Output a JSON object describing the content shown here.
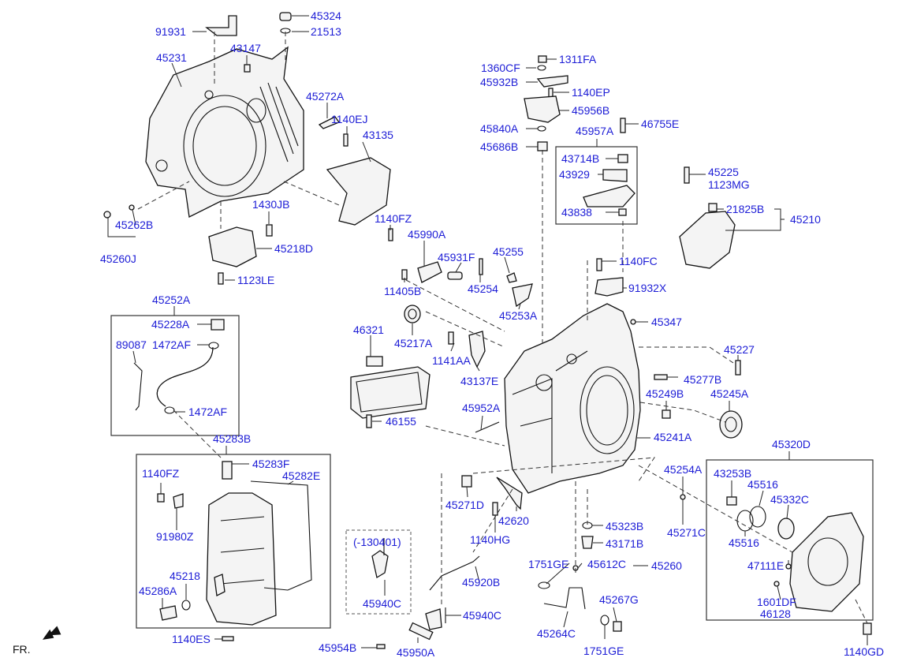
{
  "diagram": {
    "direction_marker": "FR.",
    "callouts": [
      {
        "id": "c91931",
        "text": "91931"
      },
      {
        "id": "c45324",
        "text": "45324"
      },
      {
        "id": "c21513",
        "text": "21513"
      },
      {
        "id": "c45231",
        "text": "45231"
      },
      {
        "id": "c43147",
        "text": "43147"
      },
      {
        "id": "c45272A",
        "text": "45272A"
      },
      {
        "id": "c1140EJ",
        "text": "1140EJ"
      },
      {
        "id": "c43135",
        "text": "43135"
      },
      {
        "id": "c1430JB",
        "text": "1430JB"
      },
      {
        "id": "c1140FZ_a",
        "text": "1140FZ"
      },
      {
        "id": "c45262B",
        "text": "45262B"
      },
      {
        "id": "c45260J",
        "text": "45260J"
      },
      {
        "id": "c45218D",
        "text": "45218D"
      },
      {
        "id": "c1123LE",
        "text": "1123LE"
      },
      {
        "id": "c1360CF",
        "text": "1360CF"
      },
      {
        "id": "c1311FA",
        "text": "1311FA"
      },
      {
        "id": "c45932B",
        "text": "45932B"
      },
      {
        "id": "c1140EP",
        "text": "1140EP"
      },
      {
        "id": "c45956B",
        "text": "45956B"
      },
      {
        "id": "c45840A",
        "text": "45840A"
      },
      {
        "id": "c45957A",
        "text": "45957A"
      },
      {
        "id": "c46755E",
        "text": "46755E"
      },
      {
        "id": "c45686B",
        "text": "45686B"
      },
      {
        "id": "c43714B",
        "text": "43714B"
      },
      {
        "id": "c43929",
        "text": "43929"
      },
      {
        "id": "c43838",
        "text": "43838"
      },
      {
        "id": "c45225",
        "text": "45225"
      },
      {
        "id": "c1123MG",
        "text": "1123MG"
      },
      {
        "id": "c21825B",
        "text": "21825B"
      },
      {
        "id": "c45210",
        "text": "45210"
      },
      {
        "id": "c45990A",
        "text": "45990A"
      },
      {
        "id": "c45931F",
        "text": "45931F"
      },
      {
        "id": "c45255",
        "text": "45255"
      },
      {
        "id": "c1140FC",
        "text": "1140FC"
      },
      {
        "id": "c11405B",
        "text": "11405B"
      },
      {
        "id": "c45254",
        "text": "45254"
      },
      {
        "id": "c91932X",
        "text": "91932X"
      },
      {
        "id": "c45253A",
        "text": "45253A"
      },
      {
        "id": "c45217A",
        "text": "45217A"
      },
      {
        "id": "c45347",
        "text": "45347"
      },
      {
        "id": "c45252A",
        "text": "45252A"
      },
      {
        "id": "c45228A",
        "text": "45228A"
      },
      {
        "id": "c89087",
        "text": "89087"
      },
      {
        "id": "c1472AF_a",
        "text": "1472AF"
      },
      {
        "id": "c1472AF_b",
        "text": "1472AF"
      },
      {
        "id": "c46321",
        "text": "46321"
      },
      {
        "id": "c1141AA",
        "text": "1141AA"
      },
      {
        "id": "c43137E",
        "text": "43137E"
      },
      {
        "id": "c45227",
        "text": "45227"
      },
      {
        "id": "c45277B",
        "text": "45277B"
      },
      {
        "id": "c45249B",
        "text": "45249B"
      },
      {
        "id": "c45245A",
        "text": "45245A"
      },
      {
        "id": "c45952A",
        "text": "45952A"
      },
      {
        "id": "c46155",
        "text": "46155"
      },
      {
        "id": "c45241A",
        "text": "45241A"
      },
      {
        "id": "c45283B",
        "text": "45283B"
      },
      {
        "id": "c45283F",
        "text": "45283F"
      },
      {
        "id": "c45282E",
        "text": "45282E"
      },
      {
        "id": "c1140FZ_b",
        "text": "1140FZ"
      },
      {
        "id": "c91980Z",
        "text": "91980Z"
      },
      {
        "id": "c45218",
        "text": "45218"
      },
      {
        "id": "c45286A",
        "text": "45286A"
      },
      {
        "id": "c1140ES",
        "text": "1140ES"
      },
      {
        "id": "c45320D",
        "text": "45320D"
      },
      {
        "id": "c45254A",
        "text": "45254A"
      },
      {
        "id": "c43253B",
        "text": "43253B"
      },
      {
        "id": "c45516_a",
        "text": "45516"
      },
      {
        "id": "c45332C",
        "text": "45332C"
      },
      {
        "id": "c45516_b",
        "text": "45516"
      },
      {
        "id": "c47111E",
        "text": "47111E"
      },
      {
        "id": "c1601DF",
        "text": "1601DF"
      },
      {
        "id": "c46128",
        "text": "46128"
      },
      {
        "id": "c1140GD",
        "text": "1140GD"
      },
      {
        "id": "c45271D",
        "text": "45271D"
      },
      {
        "id": "c42620",
        "text": "42620"
      },
      {
        "id": "c45271C",
        "text": "45271C"
      },
      {
        "id": "c45323B",
        "text": "45323B"
      },
      {
        "id": "c1140HG",
        "text": "1140HG"
      },
      {
        "id": "c43171B",
        "text": "43171B"
      },
      {
        "id": "c130401",
        "text": "(-130401)"
      },
      {
        "id": "c1751GE_a",
        "text": "1751GE"
      },
      {
        "id": "c45612C",
        "text": "45612C"
      },
      {
        "id": "c45260",
        "text": "45260"
      },
      {
        "id": "c45920B",
        "text": "45920B"
      },
      {
        "id": "c45940C_a",
        "text": "45940C"
      },
      {
        "id": "c45940C_b",
        "text": "45940C"
      },
      {
        "id": "c45267G",
        "text": "45267G"
      },
      {
        "id": "c45264C",
        "text": "45264C"
      },
      {
        "id": "c1751GE_b",
        "text": "1751GE"
      },
      {
        "id": "c45954B",
        "text": "45954B"
      },
      {
        "id": "c45950A",
        "text": "45950A"
      }
    ]
  }
}
